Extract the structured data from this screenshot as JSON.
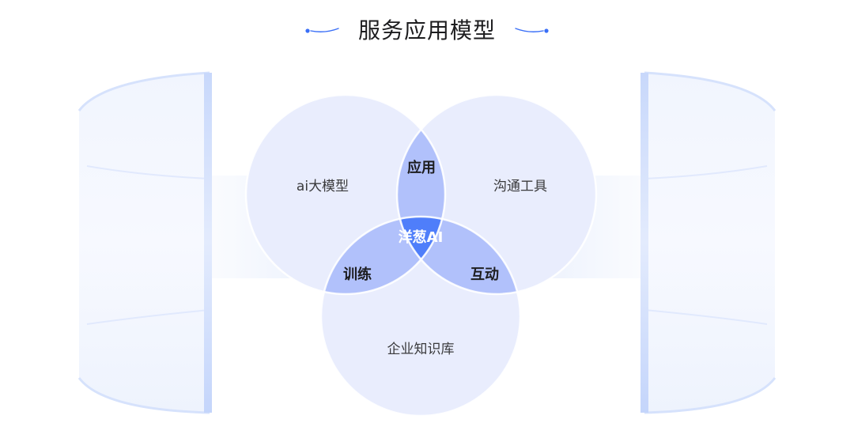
{
  "title": "服务应用模型",
  "sets": {
    "left": "ai大模型",
    "right": "沟通工具",
    "bottom": "企业知识库"
  },
  "overlaps": {
    "left_right": "应用",
    "left_bottom": "训练",
    "right_bottom": "互动",
    "center": "洋葱AI"
  },
  "colors": {
    "circle_fill": "#e9edfd",
    "pair_overlap": "#b1c1fb",
    "center": "#4f7efa",
    "accent": "#3a6ff7"
  }
}
